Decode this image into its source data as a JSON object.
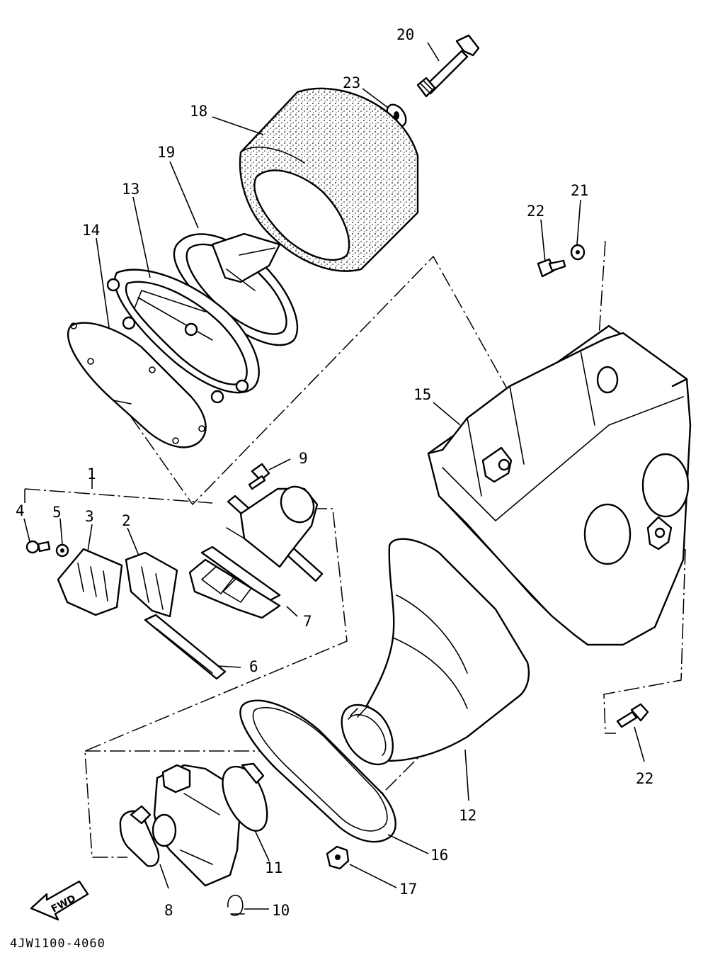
{
  "callouts": {
    "p1": "1",
    "p2": "2",
    "p3": "3",
    "p4": "4",
    "p5": "5",
    "p6": "6",
    "p7": "7",
    "p8": "8",
    "p9": "9",
    "p10": "10",
    "p11": "11",
    "p12": "12",
    "p13": "13",
    "p14": "14",
    "p15": "15",
    "p16": "16",
    "p17": "17",
    "p18": "18",
    "p19": "19",
    "p20": "20",
    "p21": "21",
    "p22a": "22",
    "p22b": "22",
    "p23": "23"
  },
  "direction_arrow": "FWD",
  "diagram_code": "4JW1100-4060"
}
